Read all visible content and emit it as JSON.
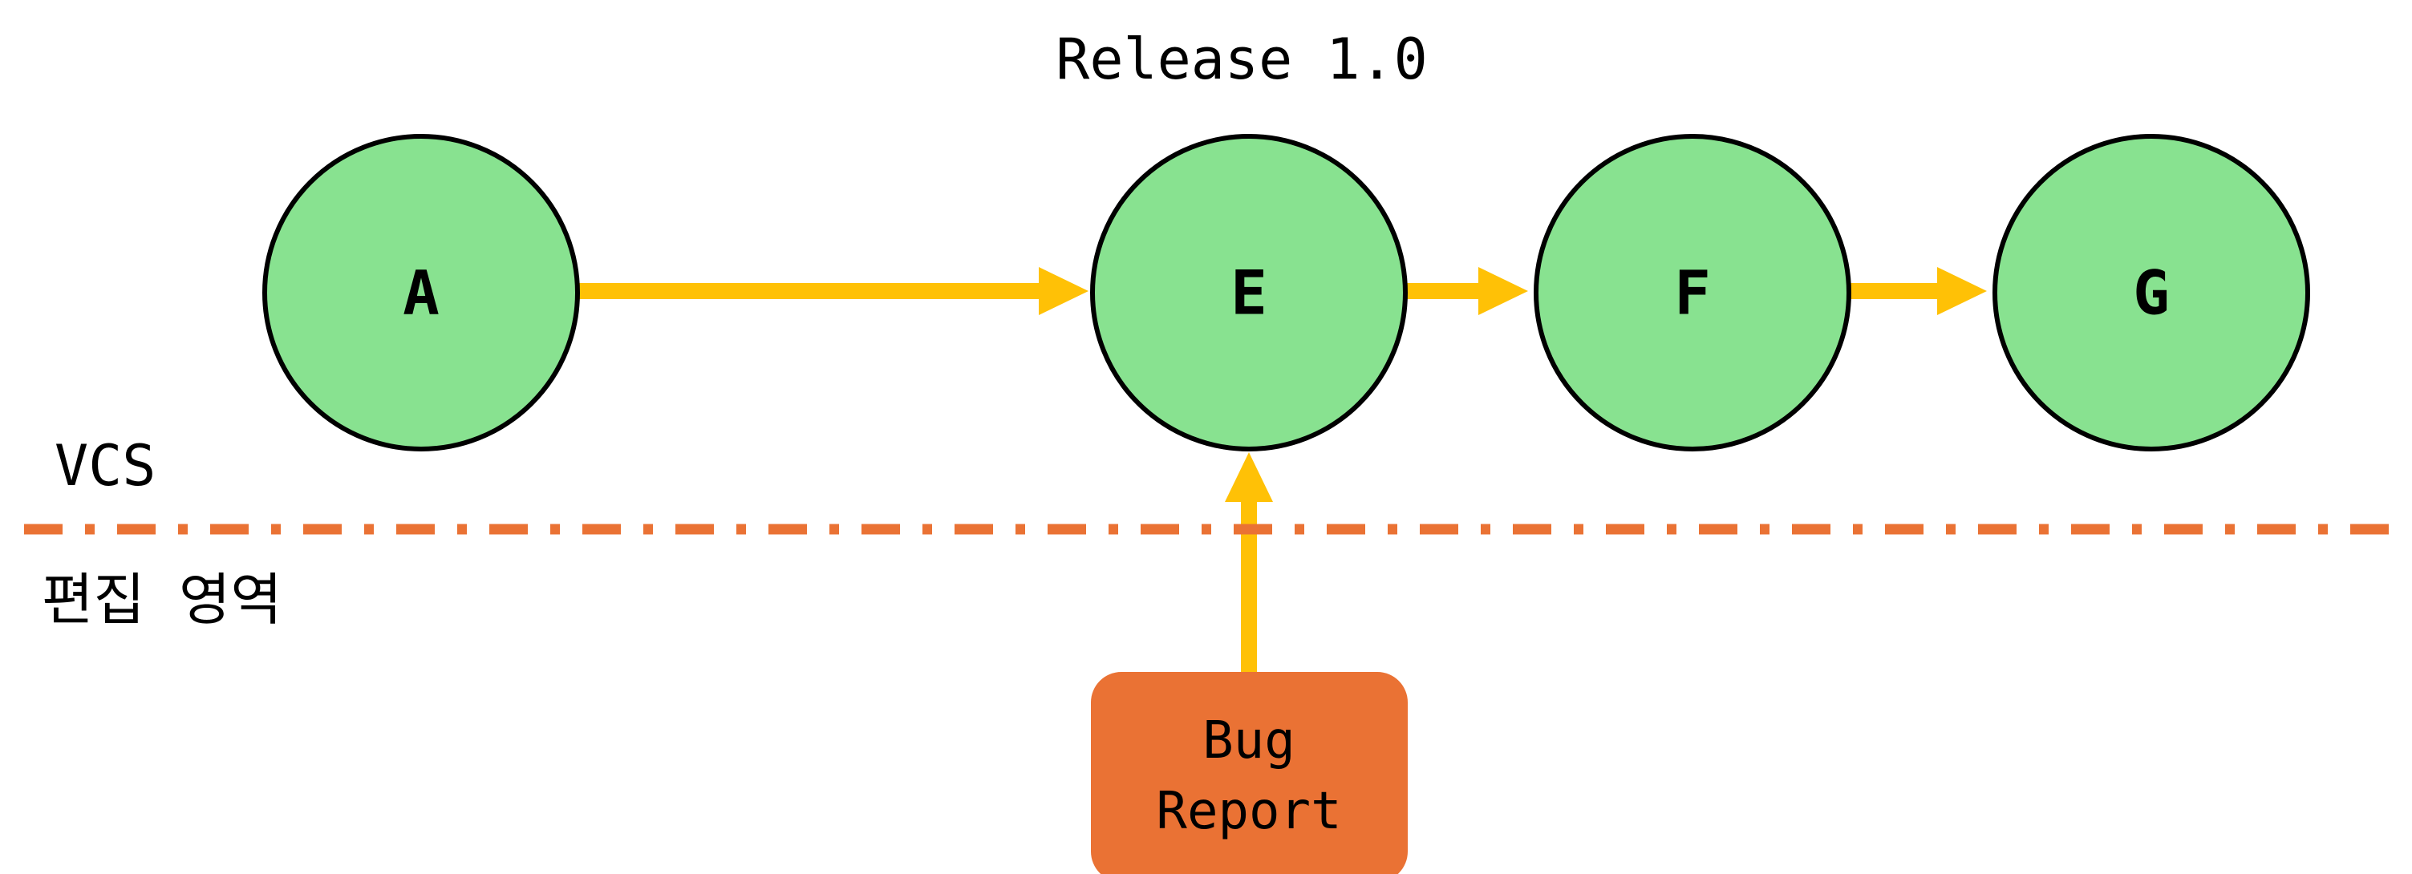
{
  "release_label": "Release 1.0",
  "vcs_label": "VCS",
  "edit_area_label": "편집 영역",
  "nodes": {
    "a": "A",
    "e": "E",
    "f": "F",
    "g": "G"
  },
  "bug_report": {
    "line1": "Bug",
    "line2": "Report"
  },
  "colors": {
    "node_fill": "#88e290",
    "node_stroke": "#000000",
    "arrow": "#ffc106",
    "divider": "#ea7234",
    "report_box": "#ea7234"
  }
}
